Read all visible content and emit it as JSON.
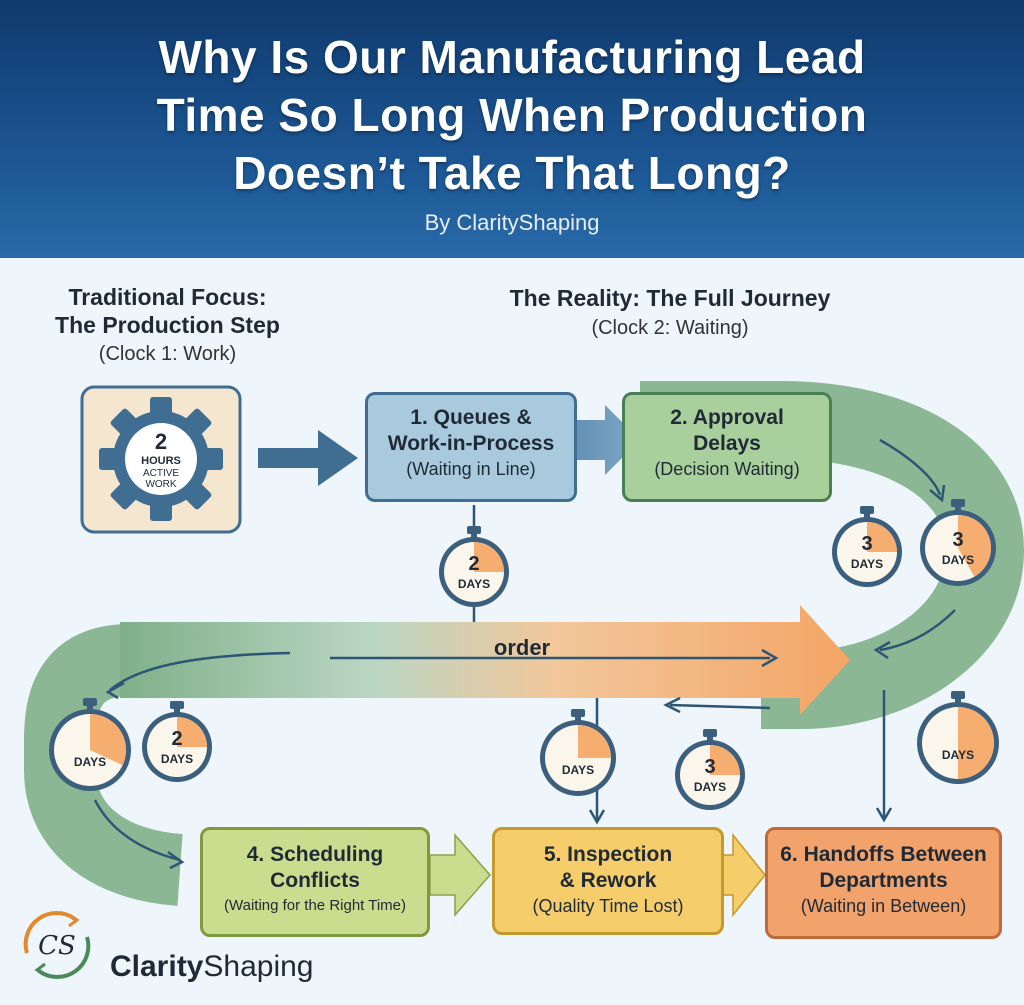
{
  "header": {
    "title_lines": [
      "Why Is Our Manufacturing Lead",
      "Time So Long When Production",
      "Doesn’t Take That Long?"
    ],
    "byline": "By ClarityShaping"
  },
  "left_section": {
    "heading_lines": [
      "Traditional Focus:",
      "The Production Step"
    ],
    "subheading": "(Clock 1: Work)",
    "gear": {
      "number": "2",
      "line1": "HOURS",
      "line2": "ACTIVE",
      "line3": "WORK"
    }
  },
  "right_section": {
    "heading": "The Reality: The Full Journey",
    "subheading": "(Clock 2: Waiting)"
  },
  "steps": [
    {
      "title_lines": [
        "1. Queues &",
        "Work-in-Process"
      ],
      "subtitle": "(Waiting in Line)",
      "color": "#a9c9dd"
    },
    {
      "title_lines": [
        "2. Approval",
        "Delays"
      ],
      "subtitle": "(Decision Waiting)",
      "color": "#a8cf9c"
    },
    {
      "title_lines": [
        "4. Scheduling",
        "Conflicts"
      ],
      "subtitle": "(Waiting for the Right Time)",
      "color": "#c9dd8e"
    },
    {
      "title_lines": [
        "5. Inspection",
        "& Rework"
      ],
      "subtitle": "(Quality Time Lost)",
      "color": "#f6cd6b"
    },
    {
      "title_lines": [
        "6. Handoffs Between",
        "Departments"
      ],
      "subtitle": "(Waiting in Between)",
      "color": "#f2a26b"
    }
  ],
  "timers": [
    {
      "number": "2",
      "unit": "DAYS"
    },
    {
      "number": "3",
      "unit": "DAYS"
    },
    {
      "number": "3",
      "unit": "DAYS"
    },
    {
      "number": "",
      "unit": "DAYS"
    },
    {
      "number": "2",
      "unit": "DAYS"
    },
    {
      "number": "",
      "unit": "DAYS"
    },
    {
      "number": "3",
      "unit": "DAYS"
    },
    {
      "number": "",
      "unit": "DAYS"
    }
  ],
  "band_label": "order",
  "brand": {
    "monogram": "CS",
    "name_bold": "Clarity",
    "name_regular": "Shaping"
  },
  "colors": {
    "header_dark": "#0f3a6e",
    "loop_green": "#7fb08a",
    "band_orange": "#f4a566",
    "arrow_blue": "#3f6e92",
    "timer_ring": "#3b5f7c",
    "timer_fill": "#f4a05a"
  }
}
